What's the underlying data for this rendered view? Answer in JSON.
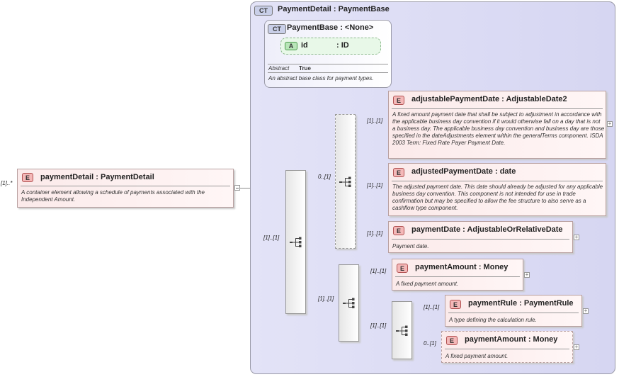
{
  "root": {
    "cardinality": "[1]..*",
    "badge": "E",
    "name": "paymentDetail",
    "type": ": PaymentDetail",
    "desc": "A container element allowing a schedule of payments associated with the Independent Amount."
  },
  "complex_type": {
    "badge": "CT",
    "title": "PaymentDetail : PaymentBase"
  },
  "base_type": {
    "badge": "CT",
    "title": "PaymentBase : <None>",
    "attribute": {
      "badge": "A",
      "name": "id",
      "type": ": ID"
    },
    "abstract_label": "Abstract",
    "abstract_value": "True",
    "desc": "An abstract base class for payment types."
  },
  "cards": {
    "outer_seq": "[1]..[1]",
    "choice1": "0..[1]",
    "adjustable": "[1]..[1]",
    "adjusted": "[1]..[1]",
    "payment_date": "[1]..[1]",
    "seq2": "[1]..[1]",
    "payment_amount": "[1]..[1]",
    "choice2": "[1]..[1]",
    "payment_rule": "[1]..[1]",
    "payment_amount2": "0..[1]"
  },
  "elements": {
    "adjustable": {
      "badge": "E",
      "title": "adjustablePaymentDate : AdjustableDate2",
      "desc": "A fixed amount payment date that shall be subject to adjustment in accordance with the applicable business day convention if it would otherwise fall on a day that is not a business day. The applicable business day convention and business day are those specified in the dateAdjustments element within the generalTerms component. ISDA 2003 Term: Fixed Rate Payer Payment Date."
    },
    "adjusted": {
      "badge": "E",
      "title": "adjustedPaymentDate : date",
      "desc": "The adjusted payment date. This date should already be adjusted for any applicable business day convention. This component is not intended for use in trade confirmation but may be specified to allow the fee structure to also serve as a cashflow type component."
    },
    "payment_date": {
      "badge": "E",
      "title": "paymentDate : AdjustableOrRelativeDate",
      "desc": "Payment date."
    },
    "payment_amount": {
      "badge": "E",
      "title": "paymentAmount : Money",
      "desc": "A fixed payment amount."
    },
    "payment_rule": {
      "badge": "E",
      "title": "paymentRule : PaymentRule",
      "desc": "A type defining the calculation rule."
    },
    "payment_amount2": {
      "badge": "E",
      "title": "paymentAmount : Money",
      "desc": "A fixed payment amount."
    }
  },
  "icons": {
    "sequence": "sequence-icon",
    "choice": "choice-icon",
    "expand": "expand-plus-icon",
    "collapse": "collapse-minus-icon"
  },
  "colors": {
    "complex_type_bg": "#dcdcf5",
    "element_bg": "#fbeaea",
    "attribute_bg": "#e8f8e8",
    "connector": "#8a8a8a"
  }
}
